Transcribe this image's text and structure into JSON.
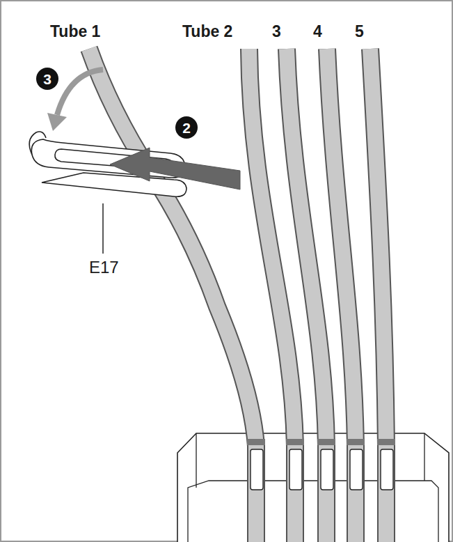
{
  "diagram": {
    "labels": [
      "Tube 1",
      "Tube 2",
      "3",
      "4",
      "5",
      "3",
      "2",
      "E17"
    ]
  }
}
